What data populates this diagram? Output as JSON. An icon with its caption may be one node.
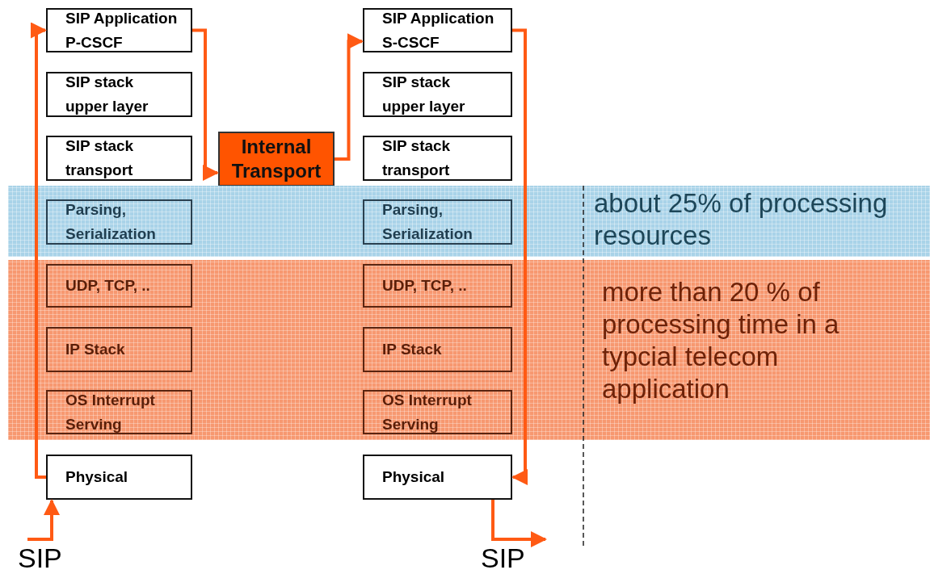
{
  "diagram": {
    "nodes": [
      {
        "text": [
          "SIP Application P-CSCF"
        ]
      },
      {
        "text": [
          "SIP stack upper layer"
        ]
      },
      {
        "text": [
          "SIP stack transport"
        ]
      },
      {
        "text": [
          "Internal Transport"
        ]
      },
      {
        "text": [
          "SIP Application S-CSCF"
        ]
      },
      {
        "text": [
          "SIP stack upper layer"
        ]
      },
      {
        "text": [
          "SIP stack transport"
        ]
      },
      {
        "text": [
          "about 25% of processing resources"
        ]
      },
      {
        "text": [
          "Parsing, Serialization"
        ],
        "in": 7
      },
      {
        "text": [
          "Parsing, Serialization"
        ],
        "in": 7
      },
      {
        "text": [
          "more than 20 % of processing time in a typcial telecom application"
        ]
      },
      {
        "text": [
          "UDP, TCP, .."
        ],
        "in": 10
      },
      {
        "text": [
          "IP Stack"
        ],
        "in": 10
      },
      {
        "text": [
          "OS Interrupt Serving"
        ],
        "in": 10
      },
      {
        "text": [
          "UDP, TCP, .."
        ],
        "in": 10
      },
      {
        "text": [
          "IP Stack"
        ],
        "in": 10
      },
      {
        "text": [
          "OS Interrupt Serving"
        ],
        "in": 10
      },
      {
        "text": [
          "Physical"
        ]
      },
      {
        "text": [
          "Physical"
        ]
      },
      {
        "text": [
          "SIP"
        ]
      },
      {
        "text": [
          "SIP"
        ]
      }
    ],
    "edges": [
      {
        "from": 19,
        "to": 17,
        "arrow": "to"
      },
      {
        "from": 17,
        "to": 0,
        "arrow": "to"
      },
      {
        "from": 0,
        "to": 3,
        "arrow": "to"
      },
      {
        "from": 3,
        "to": 4,
        "arrow": "to"
      },
      {
        "from": 4,
        "to": 18,
        "arrow": "to"
      },
      {
        "from": 18,
        "to": 20,
        "arrow": "to"
      }
    ]
  }
}
